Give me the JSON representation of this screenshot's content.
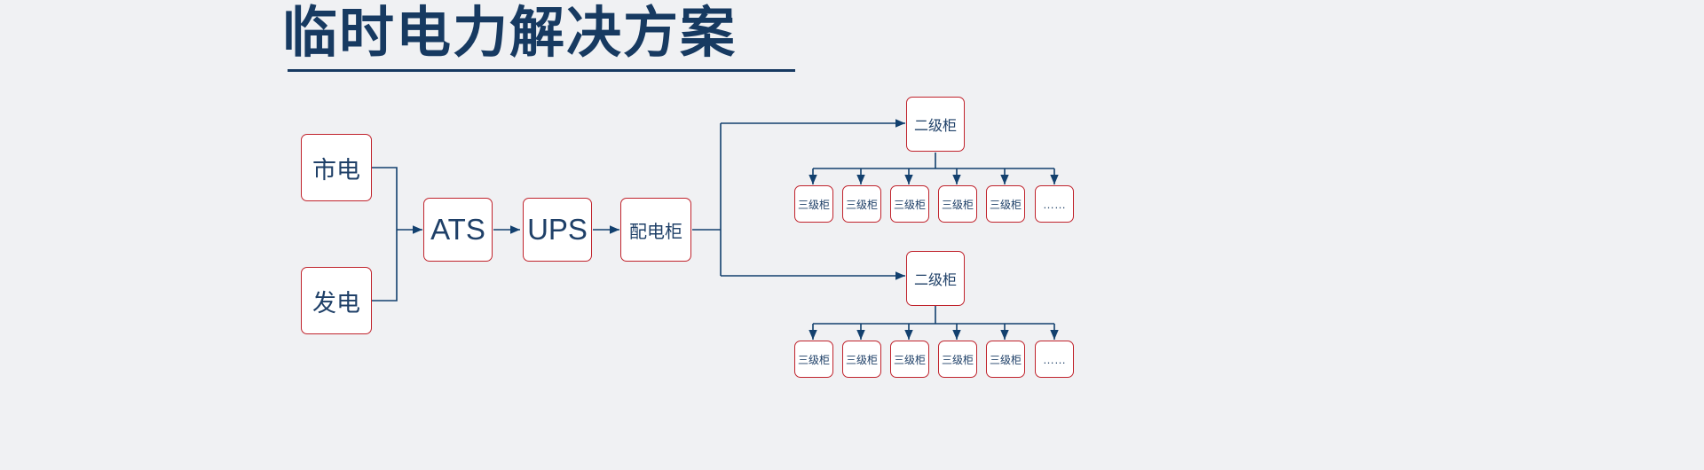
{
  "page": {
    "title": "临时电力解决方案",
    "background_color": "#f0f1f3",
    "title_color": "#173a61",
    "box_border_color": "#c0232c",
    "box_fill_color": "#ffffff",
    "box_text_color": "#1f4068",
    "connector_color": "#12406e"
  },
  "diagram": {
    "type": "flowchart",
    "sources": [
      {
        "id": "mains",
        "label": "市电"
      },
      {
        "id": "genset",
        "label": "发电"
      }
    ],
    "chain": [
      {
        "id": "ats",
        "label": "ATS"
      },
      {
        "id": "ups",
        "label": "UPS"
      },
      {
        "id": "distribution",
        "label": "配电柜"
      }
    ],
    "branches": [
      {
        "id": "secondary-top",
        "label": "二级柜",
        "children": [
          {
            "id": "t1",
            "label": "三级柜"
          },
          {
            "id": "t2",
            "label": "三级柜"
          },
          {
            "id": "t3",
            "label": "三级柜"
          },
          {
            "id": "t4",
            "label": "三级柜"
          },
          {
            "id": "t5",
            "label": "三级柜"
          },
          {
            "id": "t6",
            "label": "……"
          }
        ]
      },
      {
        "id": "secondary-bottom",
        "label": "二级柜",
        "children": [
          {
            "id": "b1",
            "label": "三级柜"
          },
          {
            "id": "b2",
            "label": "三级柜"
          },
          {
            "id": "b3",
            "label": "三级柜"
          },
          {
            "id": "b4",
            "label": "三级柜"
          },
          {
            "id": "b5",
            "label": "三级柜"
          },
          {
            "id": "b6",
            "label": "……"
          }
        ]
      }
    ]
  }
}
